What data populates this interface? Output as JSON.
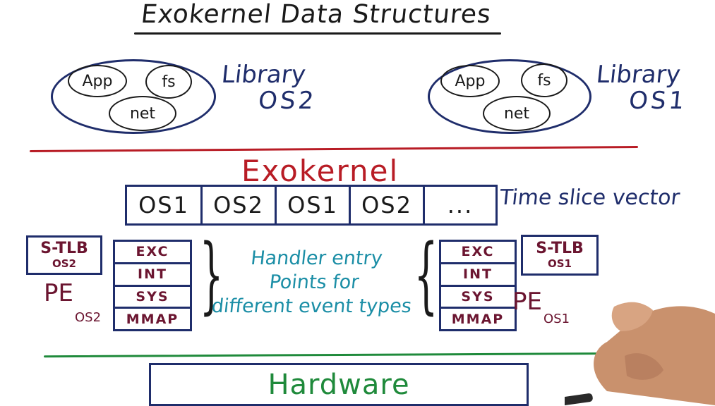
{
  "title": "Exokernel Data Structures",
  "library_os2": {
    "circles": [
      "App",
      "fs",
      "net"
    ],
    "label_line1": "Library",
    "label_line2": "OS2"
  },
  "library_os1": {
    "circles": [
      "App",
      "fs",
      "net"
    ],
    "label_line1": "Library",
    "label_line2": "OS1"
  },
  "exokernel_label": "Exokernel",
  "time_slice_vector": {
    "cells": [
      "OS1",
      "OS2",
      "OS1",
      "OS2",
      "..."
    ],
    "label": "Time slice vector"
  },
  "left_group": {
    "stlb_line1": "S-TLB",
    "stlb_line2": "OS2",
    "pe": "PE",
    "pe_sub": "OS2",
    "handler_entries": [
      "EXC",
      "INT",
      "SYS",
      "MMAP"
    ]
  },
  "right_group": {
    "stlb_line1": "S-TLB",
    "stlb_line2": "OS1",
    "pe": "PE",
    "pe_sub": "OS1",
    "handler_entries": [
      "EXC",
      "INT",
      "SYS",
      "MMAP"
    ]
  },
  "handler_note": [
    "Handler entry",
    "Points for",
    "different event types"
  ],
  "hardware_label": "Hardware",
  "colors": {
    "navy": "#1f2d6b",
    "red": "#b81c25",
    "teal": "#1b8ea6",
    "green": "#1f8a3b",
    "maroon": "#6b1530"
  }
}
